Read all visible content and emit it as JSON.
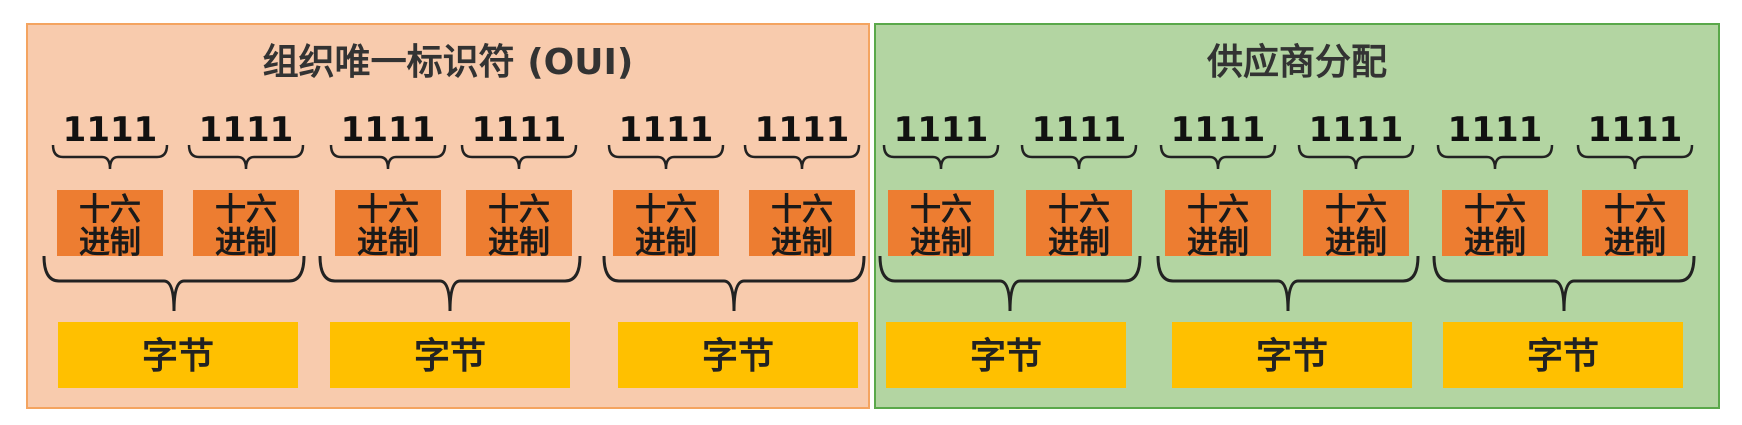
{
  "diagram": {
    "oui_title": "组织唯一标识符 (OUI)",
    "vendor_title": "供应商分配",
    "nibbles": [
      {
        "bits": "1111",
        "hex_top": "十六",
        "hex_bottom": "进制"
      },
      {
        "bits": "1111",
        "hex_top": "十六",
        "hex_bottom": "进制"
      },
      {
        "bits": "1111",
        "hex_top": "十六",
        "hex_bottom": "进制"
      },
      {
        "bits": "1111",
        "hex_top": "十六",
        "hex_bottom": "进制"
      },
      {
        "bits": "1111",
        "hex_top": "十六",
        "hex_bottom": "进制"
      },
      {
        "bits": "1111",
        "hex_top": "十六",
        "hex_bottom": "进制"
      },
      {
        "bits": "1111",
        "hex_top": "十六",
        "hex_bottom": "进制"
      },
      {
        "bits": "1111",
        "hex_top": "十六",
        "hex_bottom": "进制"
      },
      {
        "bits": "1111",
        "hex_top": "十六",
        "hex_bottom": "进制"
      },
      {
        "bits": "1111",
        "hex_top": "十六",
        "hex_bottom": "进制"
      },
      {
        "bits": "1111",
        "hex_top": "十六",
        "hex_bottom": "进制"
      },
      {
        "bits": "1111",
        "hex_top": "十六",
        "hex_bottom": "进制"
      }
    ],
    "bytes": [
      {
        "label": "字节"
      },
      {
        "label": "字节"
      },
      {
        "label": "字节"
      },
      {
        "label": "字节"
      },
      {
        "label": "字节"
      },
      {
        "label": "字节"
      }
    ],
    "colors": {
      "oui_bg": "#f8cbad",
      "vendor_bg": "#b3d5a2",
      "hex_box": "#ed7d31",
      "byte_box": "#ffc000"
    }
  }
}
